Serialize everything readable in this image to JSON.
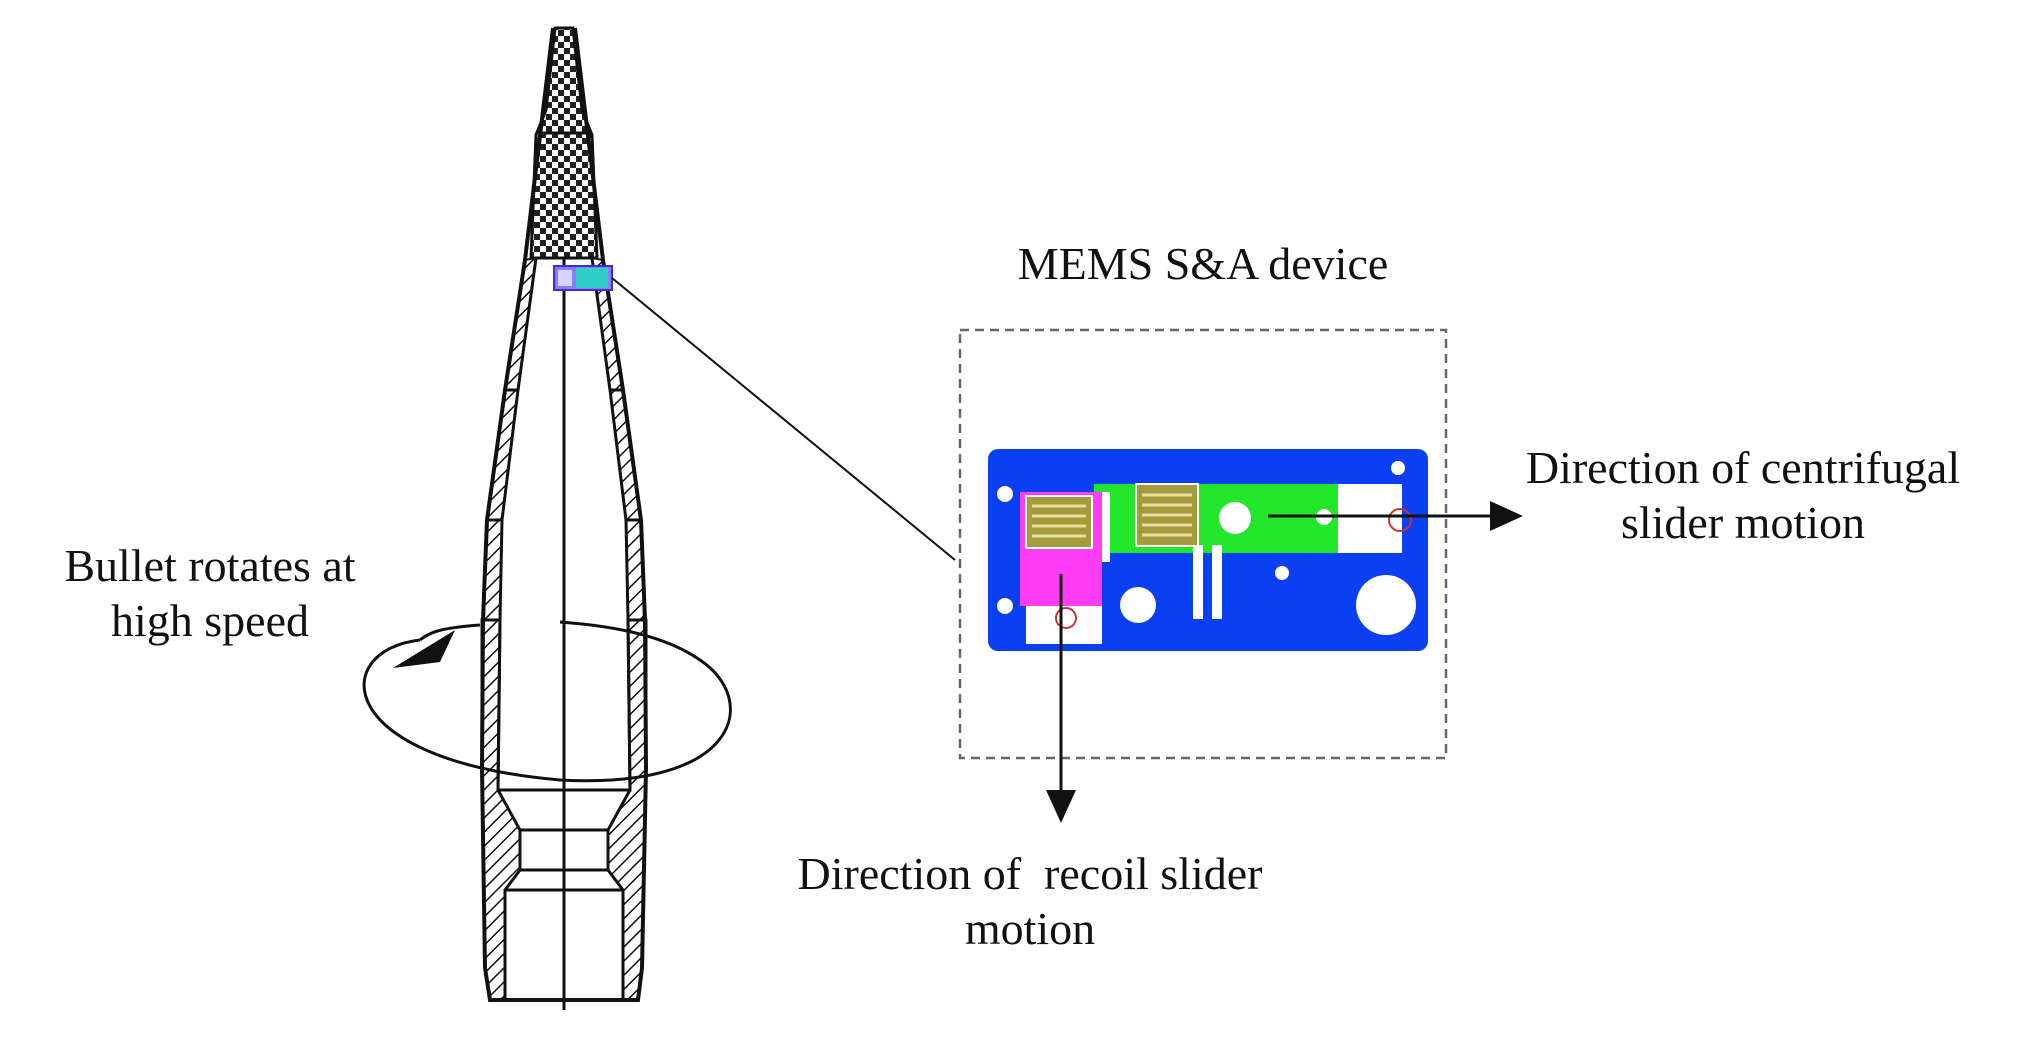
{
  "labels": {
    "bullet_rotates": [
      "Bullet rotates at",
      "high speed"
    ],
    "device_title": "MEMS S&A device",
    "centrifugal": [
      "Direction of centrifugal",
      "slider motion"
    ],
    "recoil": [
      "Direction of  recoil slider",
      "motion"
    ]
  },
  "colors": {
    "ink": "#111111",
    "pcb_blue": "#0a3ff2",
    "slider_green": "#22e62a",
    "slider_magenta": "#ff3df4",
    "spring_olive": "#a59a3c",
    "marker_teal": "#2ecfc4",
    "marker_violet": "#8a7bff"
  }
}
